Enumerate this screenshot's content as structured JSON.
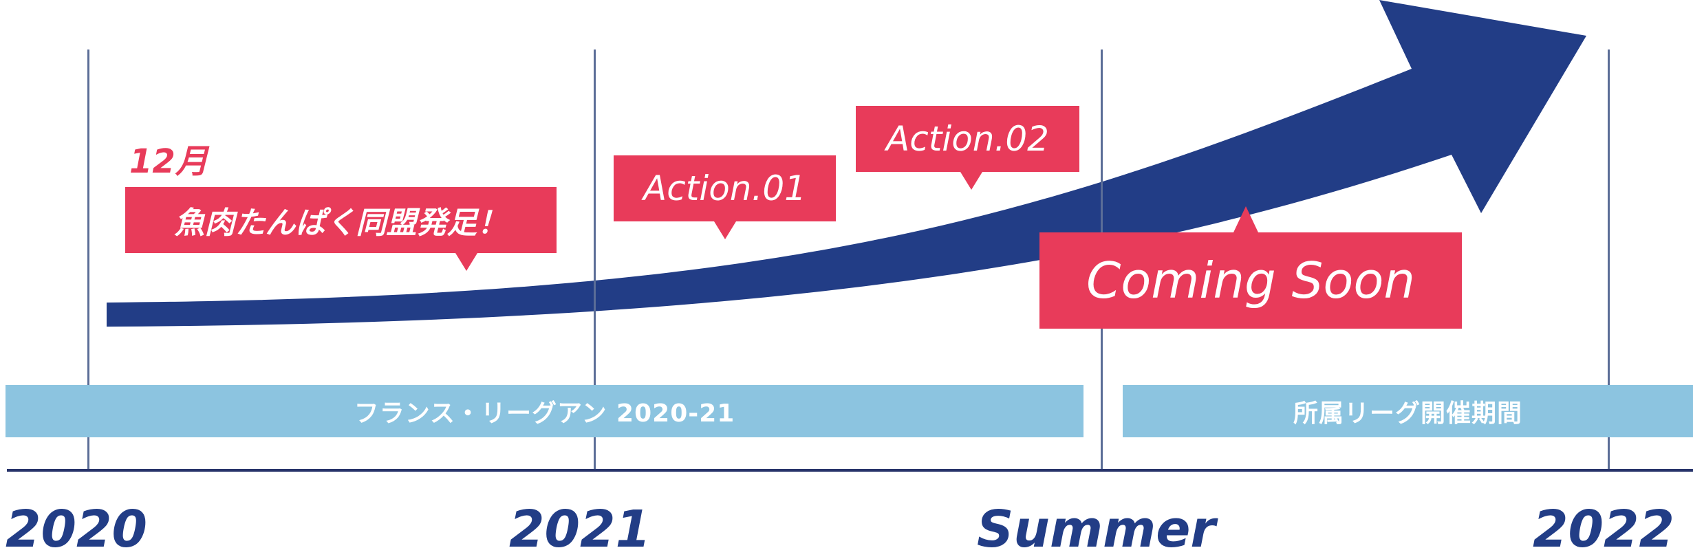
{
  "colors": {
    "navy": "#223d86",
    "accent_red": "#e83b5a",
    "band_blue": "#8cc4e0",
    "grid_line": "#5b6d97",
    "text_white": "#ffffff"
  },
  "timeline": {
    "years": [
      "2020",
      "2021",
      "Summer",
      "2022"
    ]
  },
  "bands": {
    "ligue": "フランス・リーグアン 2020-21",
    "league_period": "所属リーグ開催期間"
  },
  "callouts": {
    "month": "12月",
    "alliance": "魚肉たんぱく同盟発足！",
    "action1": "Action.01",
    "action2": "Action.02",
    "coming_soon": "Coming Soon"
  },
  "icons": {
    "growth_arrow": "arrow-up-right-icon"
  }
}
